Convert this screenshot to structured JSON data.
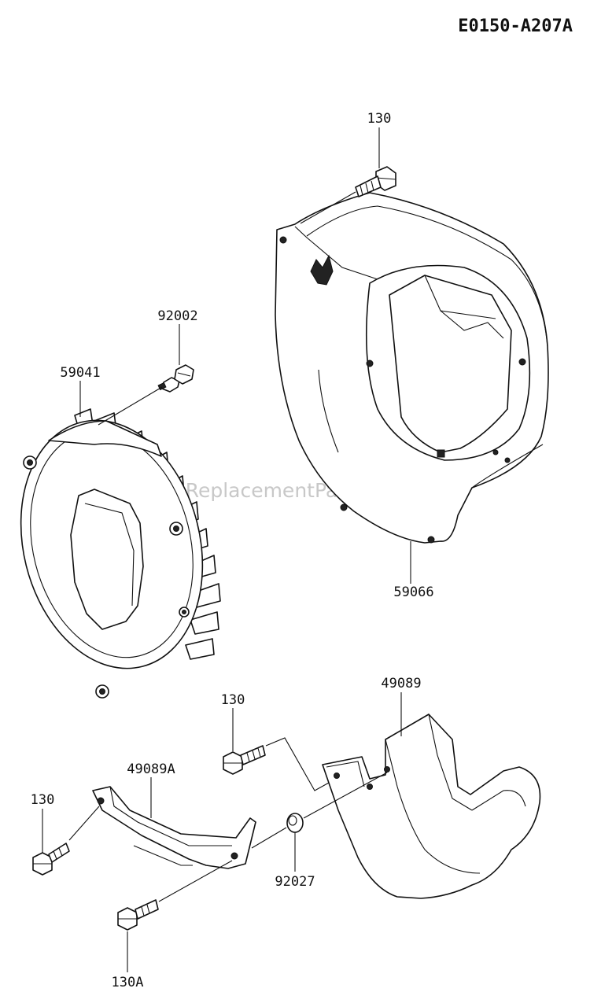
{
  "diagram_code": "E0150-A207A",
  "watermark": "eReplacementParts.com",
  "callouts": {
    "bolt_top": "130",
    "switch": "92002",
    "fan_housing": "59041",
    "shroud": "59066",
    "bolt_mid": "130",
    "cover": "49089",
    "bracket": "49089A",
    "bolt_left": "130",
    "collar": "92027",
    "bolt_bottom": "130A"
  }
}
